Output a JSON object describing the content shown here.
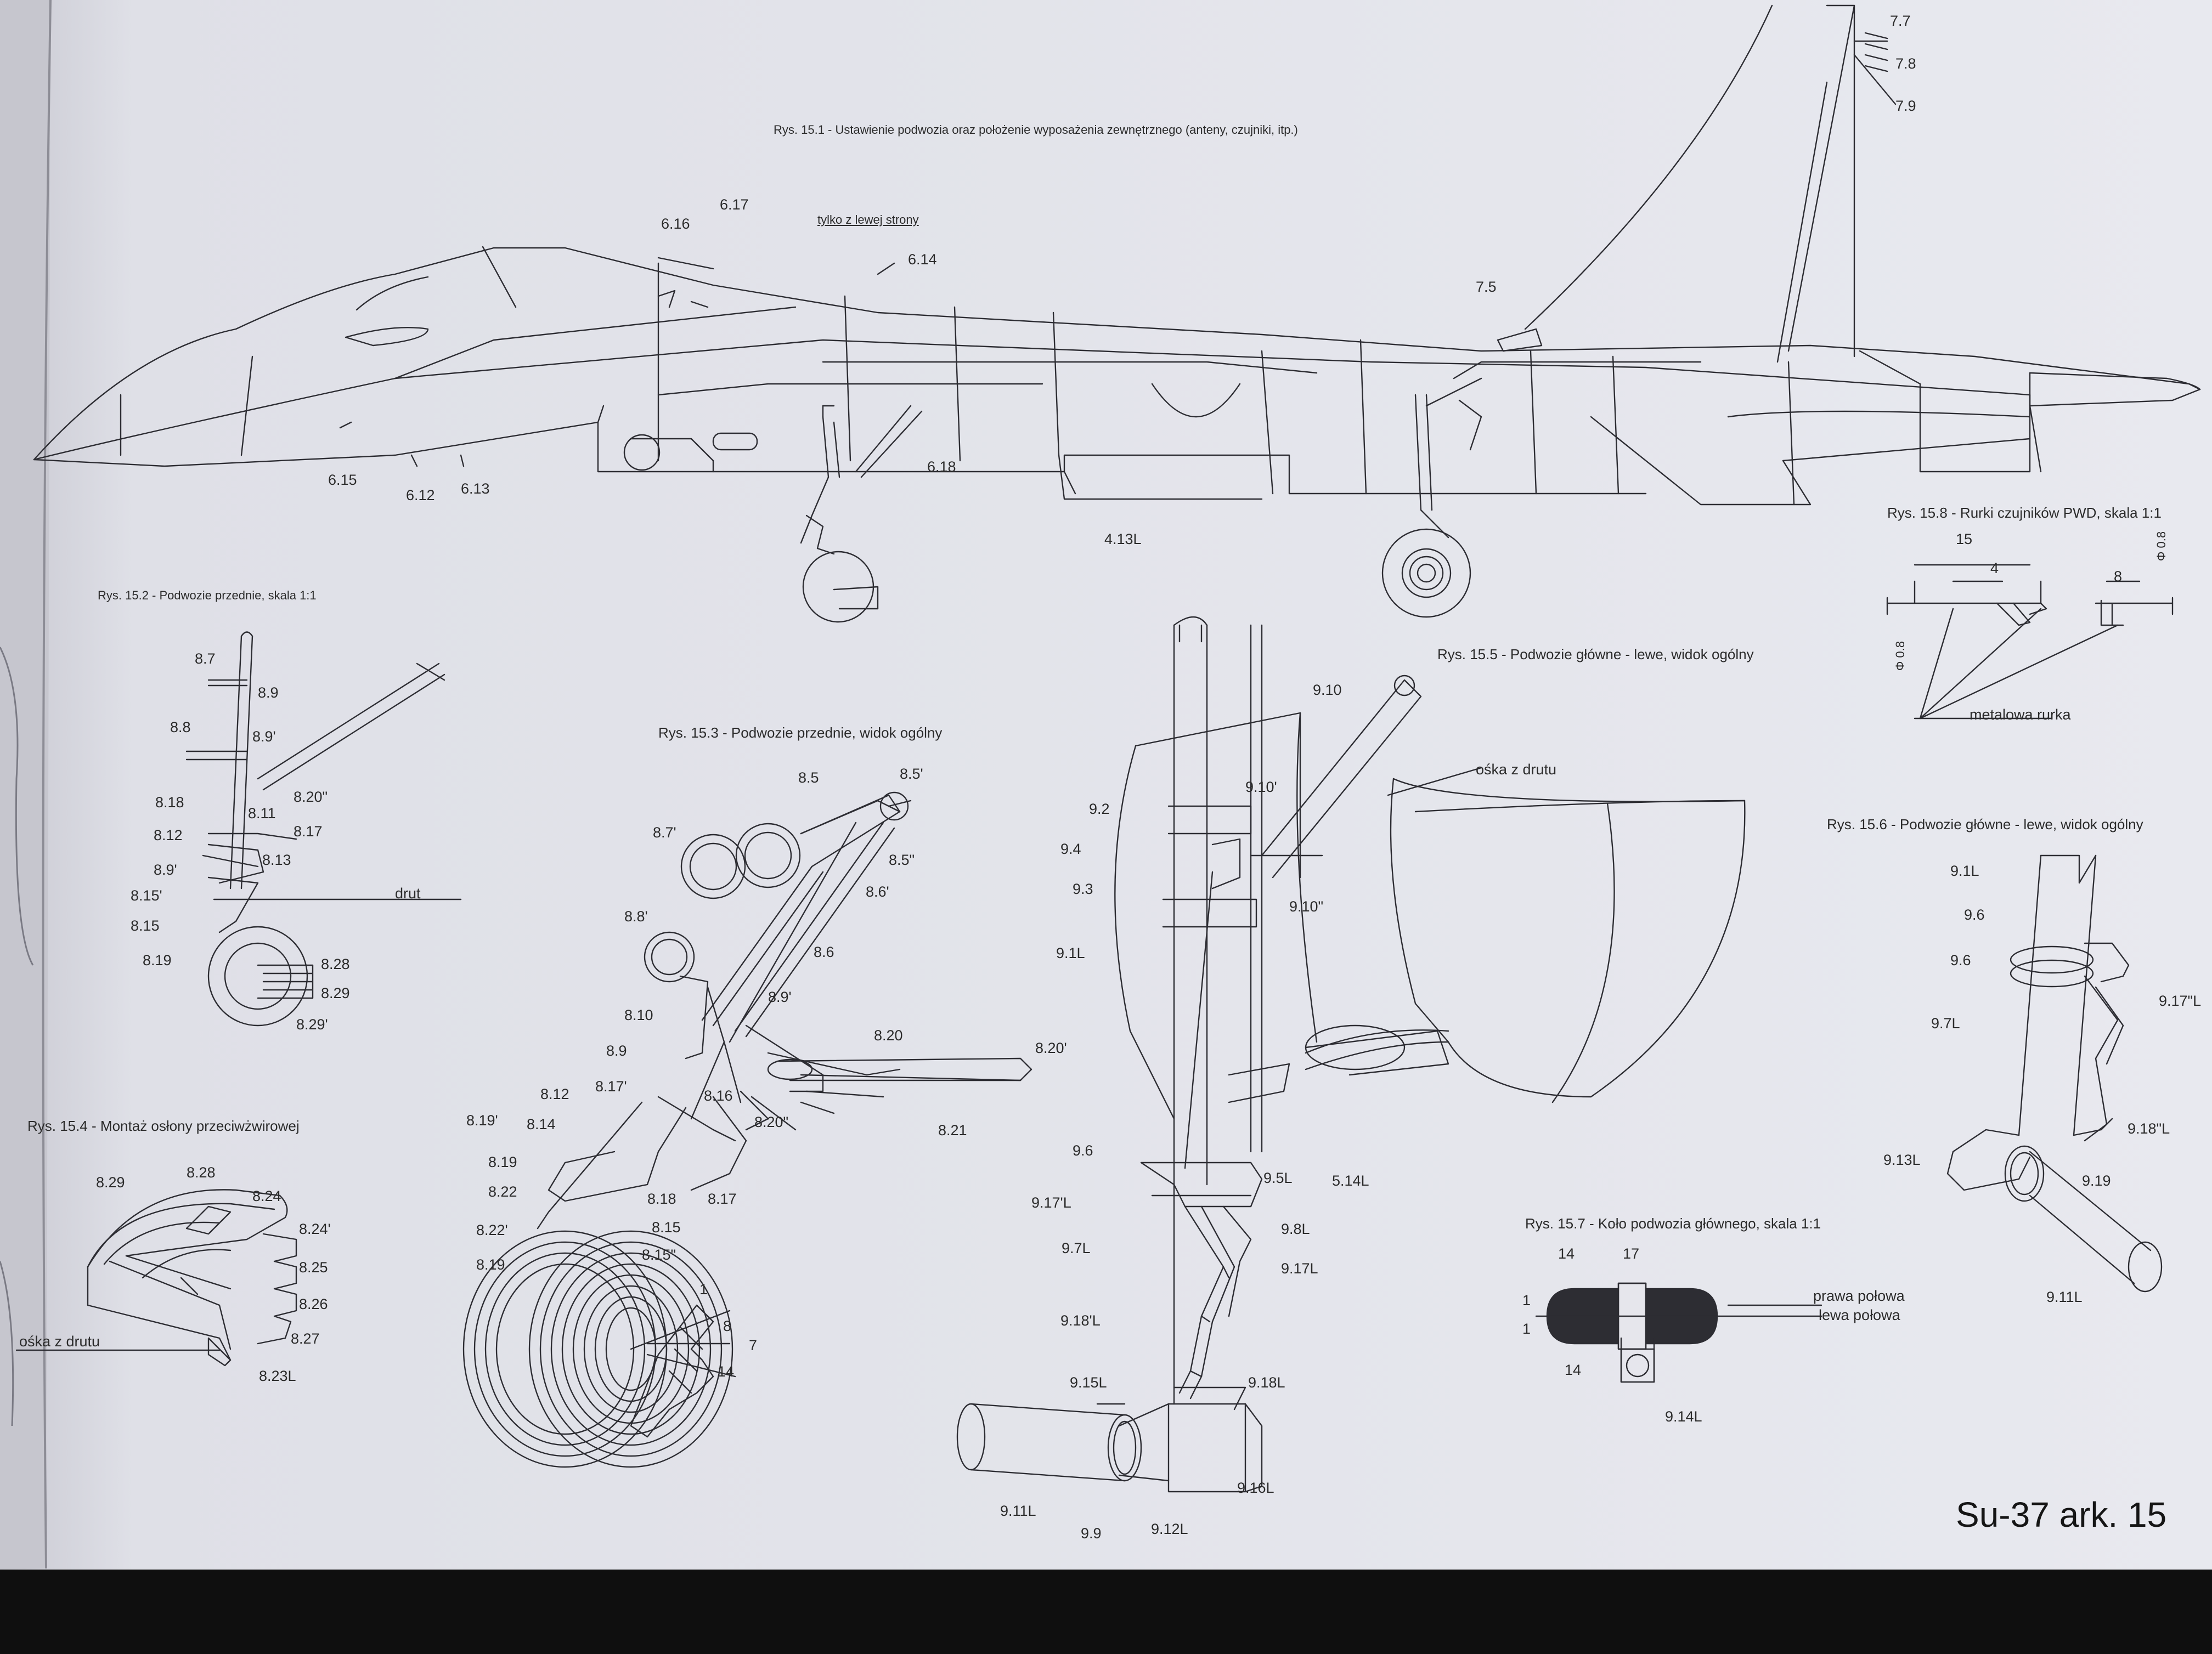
{
  "sheet_title": "Su-37 ark. 15",
  "figures": {
    "fig15_1": {
      "caption": "Rys. 15.1 - Ustawienie podwozia oraz położenie wyposażenia zewnętrznego (anteny, czujniki, itp.)",
      "note": "tylko z lewej strony",
      "labels": [
        {
          "id": "l-6-16",
          "text": "6.16"
        },
        {
          "id": "l-6-17",
          "text": "6.17"
        },
        {
          "id": "l-6-14",
          "text": "6.14"
        },
        {
          "id": "l-7-5",
          "text": "7.5"
        },
        {
          "id": "l-7-7",
          "text": "7.7"
        },
        {
          "id": "l-7-8",
          "text": "7.8"
        },
        {
          "id": "l-7-9",
          "text": "7.9"
        },
        {
          "id": "l-6-15",
          "text": "6.15"
        },
        {
          "id": "l-6-12",
          "text": "6.12"
        },
        {
          "id": "l-6-13",
          "text": "6.13"
        },
        {
          "id": "l-6-18",
          "text": "6.18"
        },
        {
          "id": "l-4-13L",
          "text": "4.13L"
        }
      ]
    },
    "fig15_2": {
      "caption": "Rys. 15.2 - Podwozie przednie, skala 1:1",
      "labels": [
        {
          "id": "l2-8-7",
          "text": "8.7"
        },
        {
          "id": "l2-8-9",
          "text": "8.9"
        },
        {
          "id": "l2-8-8",
          "text": "8.8"
        },
        {
          "id": "l2-8-9p",
          "text": "8.9'"
        },
        {
          "id": "l2-8-20pp",
          "text": "8.20\""
        },
        {
          "id": "l2-8-18",
          "text": "8.18"
        },
        {
          "id": "l2-8-11",
          "text": "8.11"
        },
        {
          "id": "l2-8-12",
          "text": "8.12"
        },
        {
          "id": "l2-8-17",
          "text": "8.17"
        },
        {
          "id": "l2-8-9p2",
          "text": "8.9'"
        },
        {
          "id": "l2-8-13",
          "text": "8.13"
        },
        {
          "id": "l2-8-15p",
          "text": "8.15'"
        },
        {
          "id": "l2-drut",
          "text": "drut"
        },
        {
          "id": "l2-8-15",
          "text": "8.15"
        },
        {
          "id": "l2-8-19",
          "text": "8.19"
        },
        {
          "id": "l2-8-28",
          "text": "8.28"
        },
        {
          "id": "l2-8-29",
          "text": "8.29"
        },
        {
          "id": "l2-8-29p",
          "text": "8.29'"
        }
      ]
    },
    "fig15_3": {
      "caption": "Rys. 15.3 - Podwozie przednie, widok ogólny",
      "labels": [
        {
          "id": "l3-8-5",
          "text": "8.5"
        },
        {
          "id": "l3-8-5p",
          "text": "8.5'"
        },
        {
          "id": "l3-8-7p",
          "text": "8.7'"
        },
        {
          "id": "l3-8-5pp",
          "text": "8.5\""
        },
        {
          "id": "l3-8-6p",
          "text": "8.6'"
        },
        {
          "id": "l3-8-8p",
          "text": "8.8'"
        },
        {
          "id": "l3-8-6",
          "text": "8.6"
        },
        {
          "id": "l3-8-9p",
          "text": "8.9'"
        },
        {
          "id": "l3-8-10",
          "text": "8.10"
        },
        {
          "id": "l3-8-9",
          "text": "8.9"
        },
        {
          "id": "l3-8-20",
          "text": "8.20"
        },
        {
          "id": "l3-8-20p",
          "text": "8.20'"
        },
        {
          "id": "l3-8-17p",
          "text": "8.17'"
        },
        {
          "id": "l3-8-12",
          "text": "8.12"
        },
        {
          "id": "l3-8-16",
          "text": "8.16"
        },
        {
          "id": "l3-8-21",
          "text": "8.21"
        },
        {
          "id": "l3-8-19p",
          "text": "8.19'"
        },
        {
          "id": "l3-8-14",
          "text": "8.14"
        },
        {
          "id": "l3-8-20pp",
          "text": "8.20\""
        },
        {
          "id": "l3-8-19",
          "text": "8.19"
        },
        {
          "id": "l3-8-22",
          "text": "8.22"
        },
        {
          "id": "l3-8-18",
          "text": "8.18"
        },
        {
          "id": "l3-8-17",
          "text": "8.17"
        },
        {
          "id": "l3-8-22p",
          "text": "8.22'"
        },
        {
          "id": "l3-8-15",
          "text": "8.15"
        },
        {
          "id": "l3-8-15pp",
          "text": "8.15\""
        },
        {
          "id": "l3-8-19b",
          "text": "8.19"
        },
        {
          "id": "l3-1",
          "text": "1"
        },
        {
          "id": "l3-8",
          "text": "8"
        },
        {
          "id": "l3-7",
          "text": "7"
        },
        {
          "id": "l3-14",
          "text": "14"
        }
      ]
    },
    "fig15_4": {
      "caption": "Rys. 15.4 - Montaż osłony przeciwżwirowej",
      "labels": [
        {
          "id": "l4-8-29",
          "text": "8.29"
        },
        {
          "id": "l4-8-28",
          "text": "8.28"
        },
        {
          "id": "l4-8-24",
          "text": "8.24"
        },
        {
          "id": "l4-8-24p",
          "text": "8.24'"
        },
        {
          "id": "l4-8-25",
          "text": "8.25"
        },
        {
          "id": "l4-8-26",
          "text": "8.26"
        },
        {
          "id": "l4-8-27",
          "text": "8.27"
        },
        {
          "id": "l4-8-23L",
          "text": "8.23L"
        },
        {
          "id": "l4-oska",
          "text": "ośka z drutu"
        }
      ]
    },
    "fig15_5": {
      "caption": "Rys. 15.5 - Podwozie główne - lewe, widok ogólny",
      "labels": [
        {
          "id": "l5-9-10",
          "text": "9.10"
        },
        {
          "id": "l5-9-10p",
          "text": "9.10'"
        },
        {
          "id": "l5-oska",
          "text": "ośka z drutu"
        },
        {
          "id": "l5-9-2",
          "text": "9.2"
        },
        {
          "id": "l5-9-4",
          "text": "9.4"
        },
        {
          "id": "l5-9-3",
          "text": "9.3"
        },
        {
          "id": "l5-9-10pp",
          "text": "9.10\""
        },
        {
          "id": "l5-9-1L",
          "text": "9.1L"
        },
        {
          "id": "l5-9-5L",
          "text": "9.5L"
        },
        {
          "id": "l5-5-14L",
          "text": "5.14L"
        },
        {
          "id": "l5-9-6",
          "text": "9.6"
        },
        {
          "id": "l5-9-17pL",
          "text": "9.17'L"
        },
        {
          "id": "l5-9-8L",
          "text": "9.8L"
        },
        {
          "id": "l5-9-7L",
          "text": "9.7L"
        },
        {
          "id": "l5-9-17L",
          "text": "9.17L"
        },
        {
          "id": "l5-9-18pL",
          "text": "9.18'L"
        },
        {
          "id": "l5-9-15L",
          "text": "9.15L"
        },
        {
          "id": "l5-9-18L",
          "text": "9.18L"
        },
        {
          "id": "l5-9-16L",
          "text": "9.16L"
        },
        {
          "id": "l5-9-11L",
          "text": "9.11L"
        },
        {
          "id": "l5-9-9",
          "text": "9.9"
        },
        {
          "id": "l5-9-12L",
          "text": "9.12L"
        }
      ]
    },
    "fig15_6": {
      "caption": "Rys. 15.6 - Podwozie główne - lewe, widok ogólny",
      "labels": [
        {
          "id": "l6-9-1L",
          "text": "9.1L"
        },
        {
          "id": "l6-9-6a",
          "text": "9.6"
        },
        {
          "id": "l6-9-6b",
          "text": "9.6"
        },
        {
          "id": "l6-9-7L",
          "text": "9.7L"
        },
        {
          "id": "l6-9-17ppL",
          "text": "9.17\"L"
        },
        {
          "id": "l6-9-18ppL",
          "text": "9.18\"L"
        },
        {
          "id": "l6-9-13L",
          "text": "9.13L"
        },
        {
          "id": "l6-9-19",
          "text": "9.19"
        },
        {
          "id": "l6-9-11L",
          "text": "9.11L"
        }
      ]
    },
    "fig15_7": {
      "caption": "Rys. 15.7 - Koło podwozia głównego, skala 1:1",
      "labels": [
        {
          "id": "l7-14a",
          "text": "14"
        },
        {
          "id": "l7-17",
          "text": "17"
        },
        {
          "id": "l7-1a",
          "text": "1"
        },
        {
          "id": "l7-1b",
          "text": "1"
        },
        {
          "id": "l7-14b",
          "text": "14"
        },
        {
          "id": "l7-prawa",
          "text": "prawa połowa"
        },
        {
          "id": "l7-lewa",
          "text": "lewa połowa"
        },
        {
          "id": "l7-9-14L",
          "text": "9.14L"
        }
      ]
    },
    "fig15_8": {
      "caption": "Rys. 15.8 - Rurki czujników PWD, skala 1:1",
      "labels": [
        {
          "id": "l8-15",
          "text": "15"
        },
        {
          "id": "l8-4",
          "text": "4"
        },
        {
          "id": "l8-8",
          "text": "8"
        },
        {
          "id": "l8-d08a",
          "text": "Φ 0.8"
        },
        {
          "id": "l8-d08b",
          "text": "Φ 0.8"
        },
        {
          "id": "l8-rurka",
          "text": "metalowa rurka"
        }
      ]
    }
  }
}
